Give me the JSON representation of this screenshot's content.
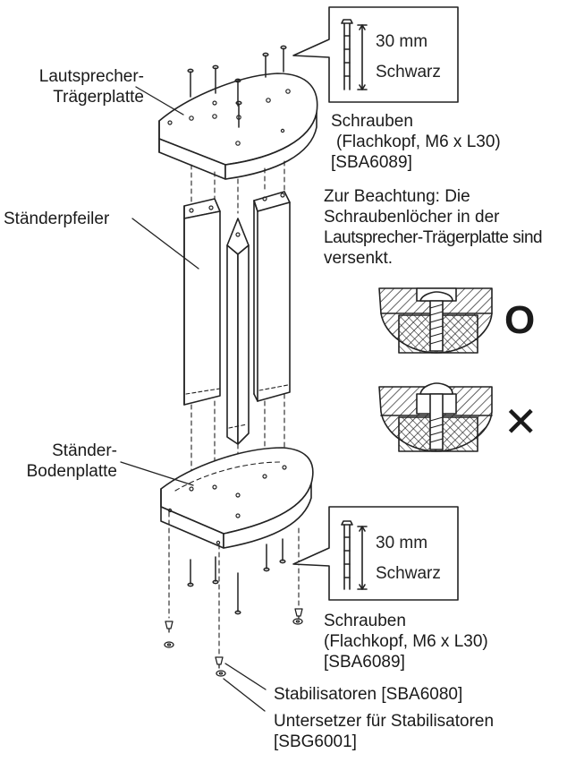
{
  "labels": {
    "top_plate": [
      "Lautsprecher-",
      "Trägerplatte"
    ],
    "pillar": "Ständerpfeiler",
    "base_plate": [
      "Ständer-",
      "Bodenplatte"
    ],
    "screws_top": [
      "Schrauben",
      "(Flachkopf, M6 x L30)",
      "[SBA6089]"
    ],
    "screws_bottom": [
      "Schrauben",
      "(Flachkopf, M6 x L30)",
      "[SBA6089]"
    ],
    "note": [
      "Zur Beachtung: Die",
      "Schraubenlöcher in der",
      "Lautsprecher-Trägerplatte sind",
      "versenkt."
    ],
    "spikes": "Stabilisatoren [SBA6080]",
    "spike_shoes": [
      "Untersetzer für Stabilisatoren",
      "[SBG6001]"
    ]
  },
  "screw_box_top": {
    "length": "30 mm",
    "color": "Schwarz"
  },
  "screw_box_bottom": {
    "length": "30 mm",
    "color": "Schwarz"
  },
  "marks": {
    "correct": "O",
    "wrong": "✕"
  }
}
